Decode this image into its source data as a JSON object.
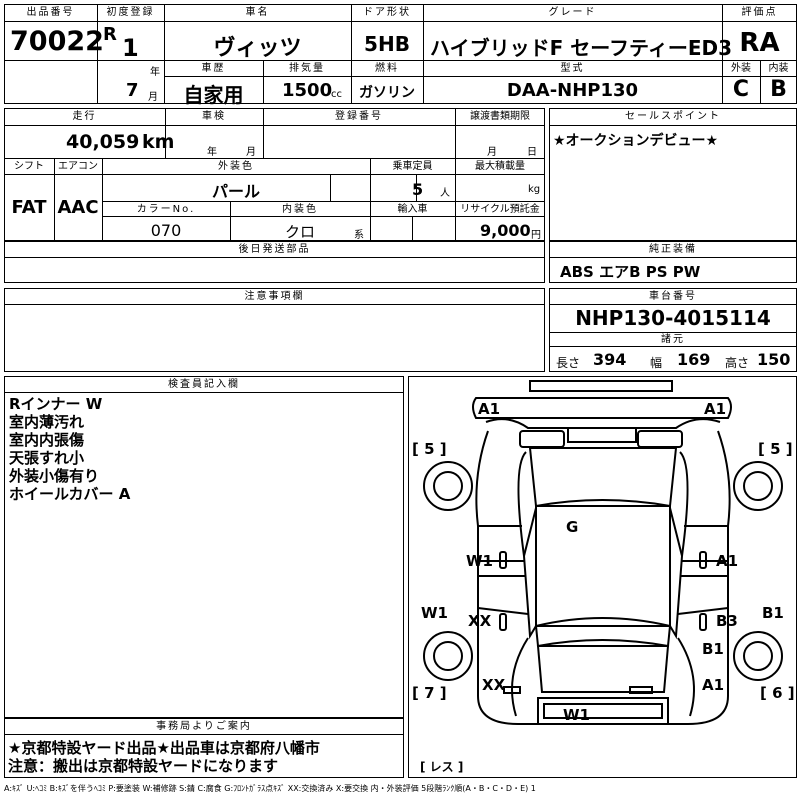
{
  "top": {
    "lot_label": "出品番号",
    "lot_value": "70022",
    "first_reg_label": "初度登録",
    "era_letter": "R",
    "year_value": "1",
    "year_unit": "年",
    "month_value": "7",
    "month_unit": "月",
    "name_label": "車名",
    "name_value": "ヴィッツ",
    "door_label": "ドア形状",
    "door_value": "5HB",
    "grade_label": "グレード",
    "grade_value": "ハイブリッドF セーフティーED3",
    "rating_label": "評価点",
    "rating_value": "RA",
    "history_label": "車歴",
    "history_value": "自家用",
    "displacement_label": "排気量",
    "displacement_value": "1500",
    "displacement_unit": "cc",
    "fuel_label": "燃料",
    "fuel_value": "ガソリン",
    "model_label": "型式",
    "model_value": "DAA-NHP130",
    "exterior_label": "外装",
    "exterior_value": "C",
    "interior_label": "内装",
    "interior_value": "B"
  },
  "mid": {
    "mileage_label": "走行",
    "mileage_value": "40,059",
    "mileage_unit": "km",
    "inspection_label": "車検",
    "inspection_year": "年",
    "inspection_month": "月",
    "reg_label": "登録番号",
    "transfer_label": "譲渡書類期限",
    "transfer_month": "月",
    "transfer_day": "日",
    "sales_label": "セールスポイント",
    "sales_value": "★オークションデビュー★",
    "shift_label": "シフト",
    "shift_value": "FAT",
    "ac_label": "エアコン",
    "ac_value": "AAC",
    "ext_color_label": "外装色",
    "ext_color_value": "パール",
    "capacity_label": "乗車定員",
    "capacity_value": "5",
    "capacity_unit": "人",
    "loadcap_label": "最大積載量",
    "loadcap_unit": "kg",
    "color_no_label": "カラーNo.",
    "color_no_value": "070",
    "int_color_label": "内装色",
    "int_color_value": "クロ",
    "int_color_unit": "系",
    "import_label": "輸入車",
    "recycle_label": "リサイクル預託金",
    "recycle_value": "9,000",
    "recycle_unit": "円",
    "later_label": "後日発送部品",
    "equip_label": "純正装備",
    "equip_value": "ABS エアB PS PW"
  },
  "notes": {
    "label": "注意事項欄"
  },
  "chassis": {
    "label": "車台番号",
    "value": "NHP130-4015114",
    "specs_label": "諸元",
    "length_label": "長さ",
    "length_value": "394",
    "width_label": "幅",
    "width_value": "169",
    "height_label": "高さ",
    "height_value": "150"
  },
  "inspector": {
    "label": "検査員記入欄",
    "lines": [
      "Rインナー W",
      "室内薄汚れ",
      "室内内張傷",
      "天張すれ小",
      "外装小傷有り",
      "ホイールカバー A"
    ]
  },
  "office": {
    "label": "事務局よりご案内",
    "line1": "★京都特設ヤード出品★出品車は京都府八幡市",
    "line2": "注意：搬出は京都特設ヤードになります"
  },
  "diagram": {
    "tire_fl": "[ 5 ]",
    "tire_fr": "[ 5 ]",
    "tire_rl": "[ 7 ]",
    "tire_rr": "[ 6 ]",
    "spare": "[ レス ]",
    "marks": {
      "front_left": "A1",
      "front_right": "A1",
      "glass": "G",
      "left_front_door": "W1",
      "right_front_door": "A1",
      "left_fender": "W1",
      "left_rear_door": "XX",
      "right_rear_door": "B3",
      "right_fender": "B1",
      "right_rear_panel": "B1",
      "left_rear_quarter": "XX",
      "right_rear_quarter": "A1",
      "rear": "W1"
    }
  },
  "legend": {
    "text": "A:ｷｽﾞ U:ﾍｺﾐ B:ｷｽﾞを伴うﾍｺﾐ P:要塗装 W:補修跡 S:錆 C:腐食 G:ﾌﾛﾝﾄｶﾞﾗｽ点ｷｽﾞ XX:交換済み X:要交換 内・外装評価 5段階ﾗﾝｸ順(A・B・C・D・E) 1"
  }
}
